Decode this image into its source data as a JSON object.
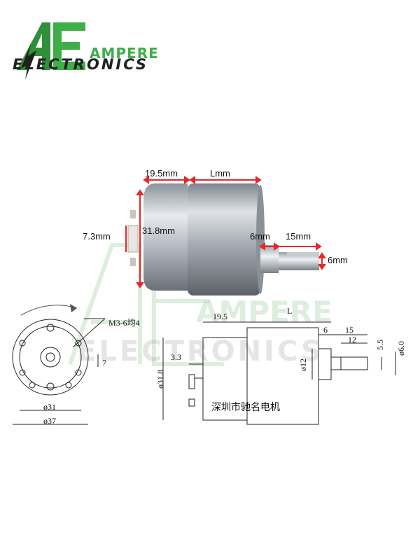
{
  "logo": {
    "mark": "AE",
    "brand": "AMPERE",
    "sub": "ELECTRONICS"
  },
  "photo": {
    "dims": {
      "rear_length": "19.5mm",
      "body_length": "Lmm",
      "diameter": "31.8mm",
      "terminal": "7.3mm",
      "shaft_offset": "6mm",
      "shaft_length": "15mm",
      "shaft_diameter": "6mm"
    },
    "colors": {
      "dim_red": "#e8262b",
      "body_silver": "#b9bec4",
      "shaft_silver": "#d6d9dd"
    }
  },
  "drawing": {
    "face": {
      "screw_note": "M3-6均4",
      "offset": "7",
      "hole_circle": "ø31",
      "outer": "ø37"
    },
    "side": {
      "rear_length": "19.5",
      "body_length": "L",
      "terminal_width": "3.3",
      "diameter": "ø31.8",
      "boss_diameter": "ø12",
      "boss_length": "6",
      "shaft_length": "15",
      "flat_length": "12",
      "flat_height": "5.5",
      "shaft_diameter": "ø6.0",
      "caption": "深圳市驰名电机"
    }
  }
}
